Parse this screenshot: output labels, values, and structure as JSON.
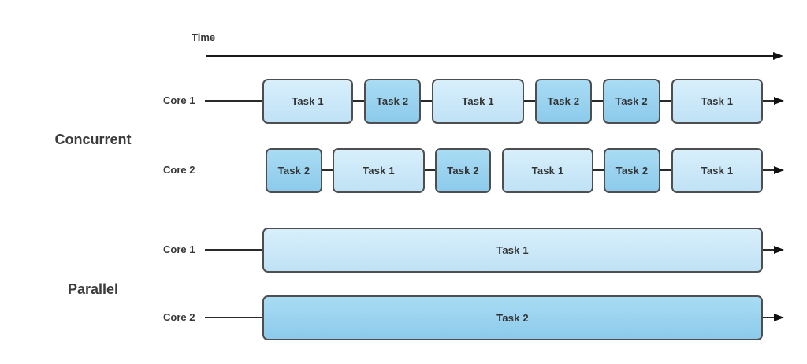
{
  "time_axis": {
    "label": "Time"
  },
  "concurrent": {
    "label": "Concurrent",
    "rows": [
      {
        "core": "Core 1",
        "tasks": [
          "Task 1",
          "Task 2",
          "Task 1",
          "Task 2",
          "Task 2",
          "Task 1"
        ]
      },
      {
        "core": "Core 2",
        "tasks": [
          "Task 2",
          "Task 1",
          "Task 2",
          "Task 1",
          "Task 2",
          "Task 1"
        ]
      }
    ]
  },
  "parallel": {
    "label": "Parallel",
    "rows": [
      {
        "core": "Core 1",
        "task": "Task 1"
      },
      {
        "core": "Core 2",
        "task": "Task 2"
      }
    ]
  },
  "colors": {
    "task1_fill": "#c9e7f8",
    "task2_fill": "#98d0ee",
    "box_border": "#4e4e4e",
    "line": "#2a2a2a",
    "text": "#333333"
  }
}
